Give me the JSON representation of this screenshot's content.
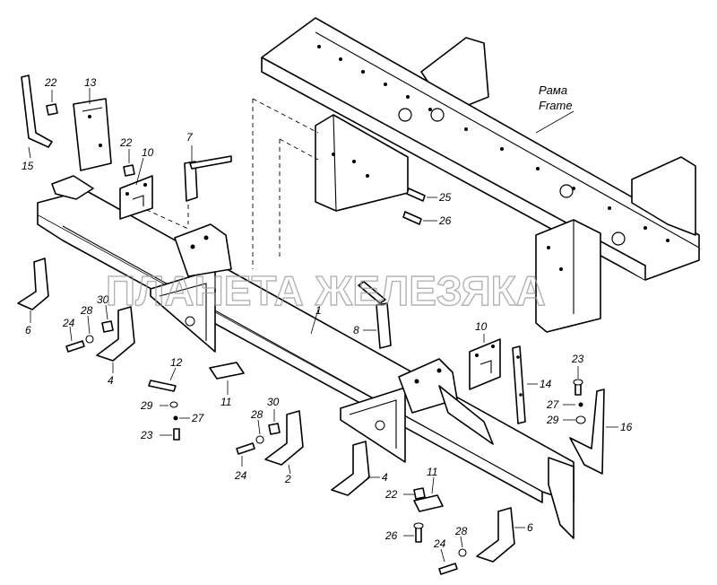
{
  "frame_label": {
    "ru": "Рама",
    "en": "Frame"
  },
  "watermark": "ПЛАНЕТА ЖЕЛЕЗЯКА",
  "callouts": {
    "c1": "1",
    "c2": "2",
    "c4a": "4",
    "c4b": "4",
    "c6a": "6",
    "c6b": "6",
    "c7": "7",
    "c8": "8",
    "c10a": "10",
    "c10b": "10",
    "c11a": "11",
    "c11b": "11",
    "c12": "12",
    "c13": "13",
    "c14": "14",
    "c15": "15",
    "c16": "16",
    "c22a": "22",
    "c22b": "22",
    "c22c": "22",
    "c23a": "23",
    "c23b": "23",
    "c24a": "24",
    "c24b": "24",
    "c24c": "24",
    "c25": "25",
    "c26a": "26",
    "c26b": "26",
    "c27a": "27",
    "c27b": "27",
    "c28a": "28",
    "c28b": "28",
    "c28c": "28",
    "c29a": "29",
    "c29b": "29",
    "c30a": "30",
    "c30b": "30"
  }
}
